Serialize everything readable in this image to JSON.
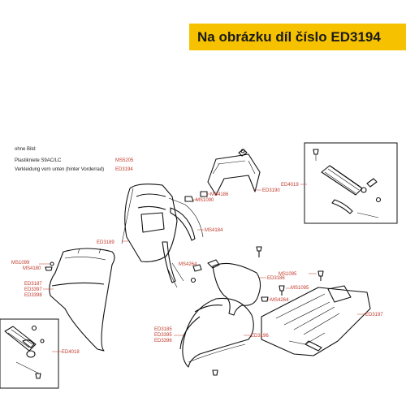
{
  "banner": {
    "text": "Na obrázku díl číslo ED3194"
  },
  "info": {
    "rows": [
      {
        "label": "ohne Bild:",
        "value": ""
      },
      {
        "label": "Plastikniete S9AC/LC",
        "value": "MS5205"
      },
      {
        "label": "Verkleidung vorn unten (hinter Vorderrad)",
        "value": "ED3194"
      }
    ]
  },
  "labels": {
    "ED4019": "ED4019",
    "MS4186": "MS4186",
    "ED3190": "ED3190",
    "MS1090a": "MS1090",
    "MS4184": "MS4184",
    "ED3189": "ED3189",
    "MS1099": "MS1099",
    "MS4180": "MS4180",
    "MS4264a": "MS4264",
    "MS1095a": "MS1095",
    "ED3186": "ED3186",
    "MS1095b": "MS1095",
    "MS4264b": "MS4264",
    "ED3187": "ED3187",
    "ED3397": "ED3397",
    "ED3398": "ED3398",
    "ED3197": "ED3197",
    "ED3185": "ED3185",
    "ED3395": "ED3395",
    "ED3396": "ED3396",
    "ED3196": "ED3196",
    "ED4018": "ED4018"
  },
  "colors": {
    "banner_bg": "#f6c200",
    "label": "#c0392b",
    "line": "#111111"
  }
}
